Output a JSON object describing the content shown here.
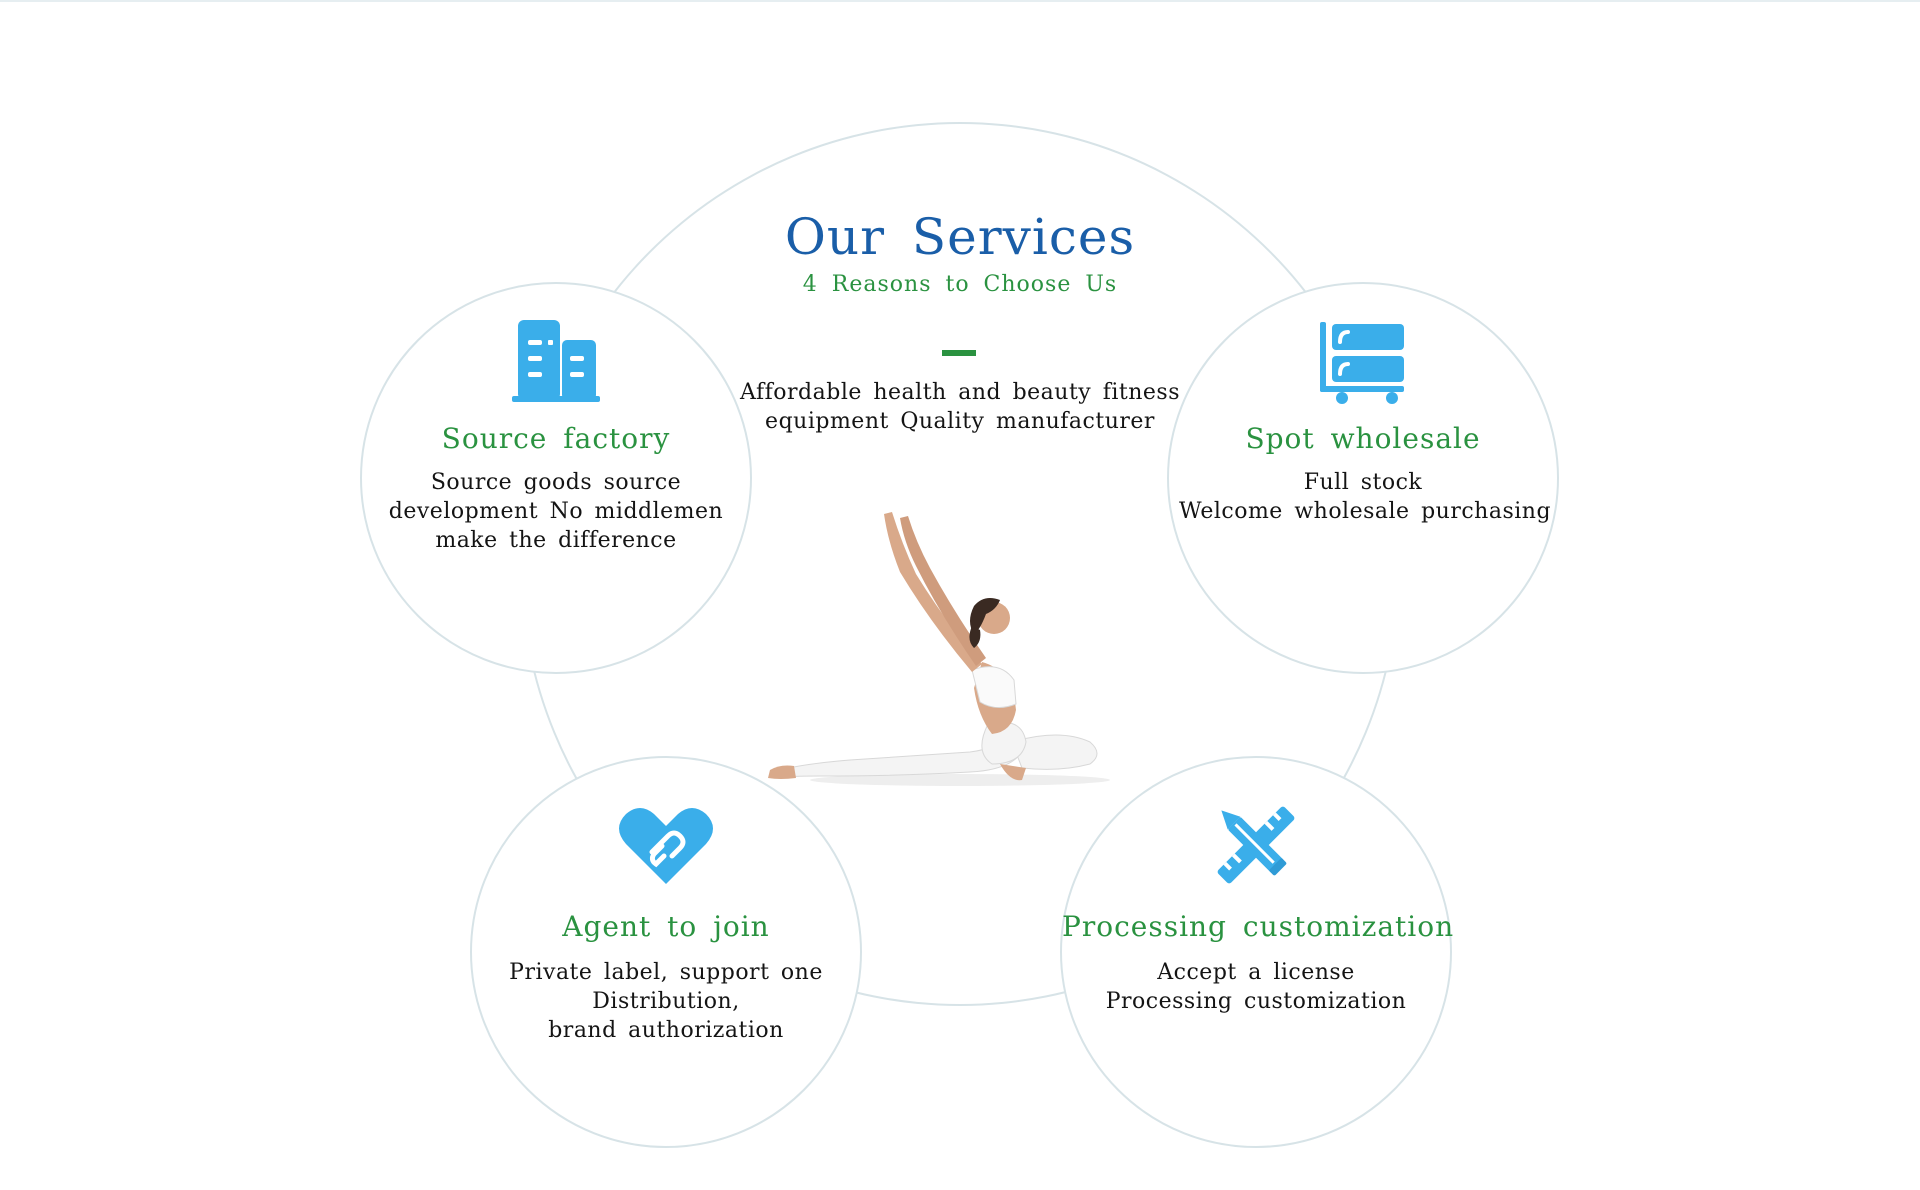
{
  "header": {
    "title": "Our Services",
    "subtitle": "4 Reasons to Choose Us",
    "description_lines": [
      "Affordable health and beauty fitness",
      "equipment Quality manufacturer"
    ]
  },
  "services": [
    {
      "icon": "building-icon",
      "title": "Source factory",
      "lines": [
        "Source goods source",
        "development No middlemen",
        "make the difference"
      ]
    },
    {
      "icon": "cart-storage-icon",
      "title": "Spot wholesale",
      "lines": [
        "Full stock",
        "Welcome wholesale purchasing"
      ]
    },
    {
      "icon": "handshake-heart-icon",
      "title": "Agent to join",
      "lines": [
        "Private label, support one",
        "Distribution,",
        "brand authorization"
      ]
    },
    {
      "icon": "pencil-ruler-icon",
      "title": "Processing customization",
      "lines": [
        "Accept a license",
        "Processing customization"
      ]
    }
  ],
  "colors": {
    "title_blue": "#1a5ea8",
    "accent_green": "#2a9240",
    "icon_blue": "#3aaeea",
    "circle_border": "#d7e3e7"
  }
}
